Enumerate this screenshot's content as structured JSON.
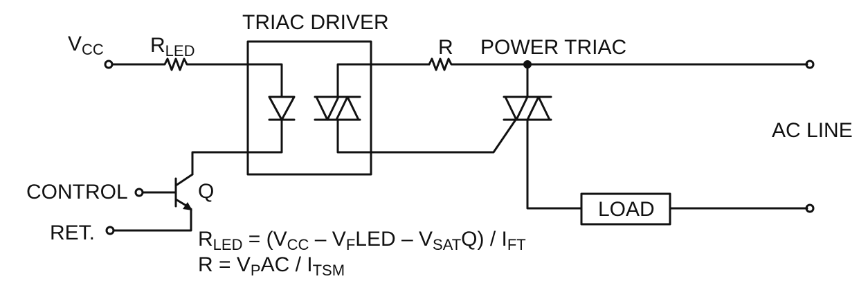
{
  "labels": {
    "vcc_main": "V",
    "vcc_sub": "CC",
    "rled_main": "R",
    "rled_sub": "LED",
    "triac_driver": "TRIAC DRIVER",
    "r": "R",
    "power_triac": "POWER TRIAC",
    "ac_line": "AC LINE",
    "control": "CONTROL",
    "q": "Q",
    "ret": "RET.",
    "load": "LOAD"
  },
  "formula1": {
    "p1": "R",
    "p2": "LED",
    "p3": " = (V",
    "p4": "CC",
    "p5": " – V",
    "p6": "F",
    "p7": "LED – V",
    "p8": "SAT",
    "p9": "Q) / I",
    "p10": "FT"
  },
  "formula2": {
    "p1": "R = V",
    "p2": "P",
    "p3": "AC / I",
    "p4": "TSM"
  },
  "colors": {
    "ink": "#111111",
    "background": "#ffffff"
  }
}
